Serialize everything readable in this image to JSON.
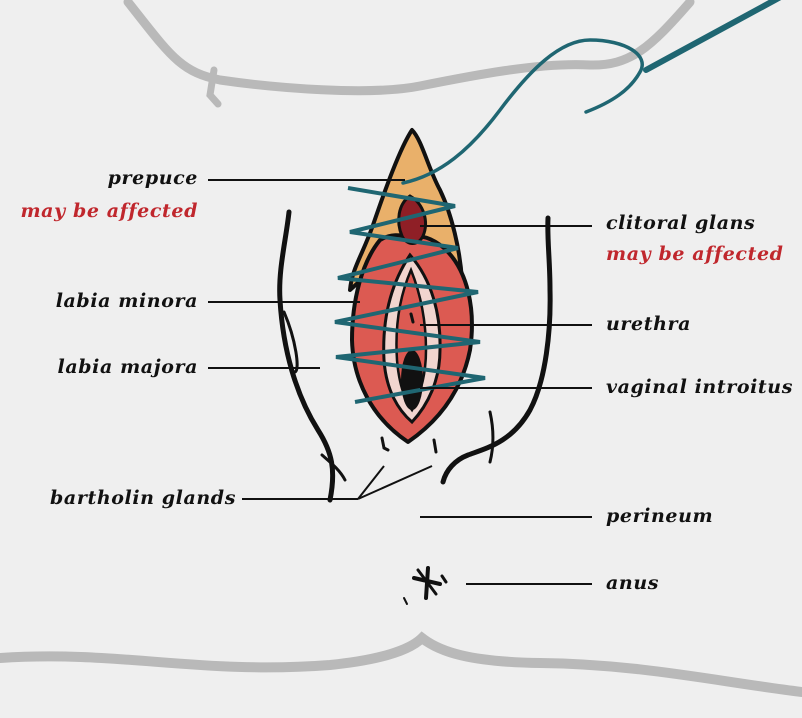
{
  "labels": {
    "prepuce": "prepuce",
    "prepuce_note": "may be affected",
    "labia_minora": "labia minora",
    "labia_majora": "labia majora",
    "bartholin_glands": "bartholin glands",
    "clitoral_glans": "clitoral glans",
    "clitoral_glans_note": "may be affected",
    "urethra": "urethra",
    "vaginal_introitus": "vaginal introitus",
    "perineum": "perineum",
    "anus": "anus"
  },
  "colors": {
    "background": "#efefef",
    "body_outline": "#b9b9b9",
    "prepuce": "#e9b06a",
    "labia_minora": "#dc5a52",
    "inner": "#c23a36",
    "stitch": "#1f6672",
    "warning_text": "#c0272d",
    "label_text": "#111111"
  }
}
